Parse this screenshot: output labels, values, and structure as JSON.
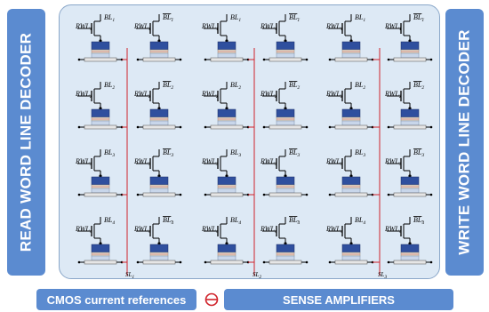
{
  "left_decoder": {
    "label": "READ WORD LINE DECODER"
  },
  "right_decoder": {
    "label": "WRITE WORD LINE DECODER"
  },
  "bottom": {
    "cmos_label": "CMOS current references",
    "sense_label": "SENSE AMPLIFIERS"
  },
  "array": {
    "rows": [
      {
        "rwl": "RWL",
        "bl": "BL",
        "index": "1"
      },
      {
        "rwl": "RWL",
        "bl": "BL",
        "index": "2"
      },
      {
        "rwl": "RWL",
        "bl": "BL",
        "index": "3"
      },
      {
        "rwl": "RWL",
        "bl": "BL",
        "index": "4"
      }
    ],
    "source_lines": [
      {
        "label": "SL",
        "index": "1"
      },
      {
        "label": "SL",
        "index": "2"
      },
      {
        "label": "SL",
        "index": "3"
      }
    ],
    "colors": {
      "free_layer": "#2f4f9e",
      "barrier": "#e8dfd0",
      "barrier_stripe": "#c9786f",
      "pinned": "#c8d6ea",
      "electrode": "#e6e6e6",
      "source_line": "#d0222a",
      "wire": "#000000",
      "panel": "#dde9f5"
    }
  }
}
